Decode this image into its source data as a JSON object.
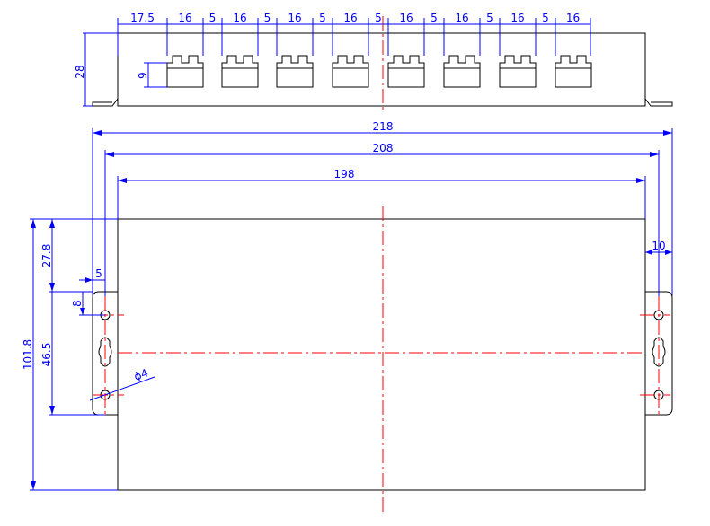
{
  "colors": {
    "outline": "#000000",
    "dimension": "#0000ff",
    "centerline": "#ff0000",
    "background": "#ffffff"
  },
  "top_view": {
    "port_dims": [
      "17.5",
      "16",
      "5",
      "16",
      "5",
      "16",
      "5",
      "16",
      "5",
      "16",
      "5",
      "16",
      "5",
      "16",
      "5",
      "16"
    ],
    "height_label": "28",
    "port_height_label": "9"
  },
  "plan_view": {
    "overall_width": "218",
    "hole_spacing": "208",
    "body_width": "198",
    "ear_width": "10",
    "left_offset": "5",
    "top_offset": "27.8",
    "slot_offset": "8",
    "hole_spacing_vertical": "46.5",
    "overall_height": "101.8",
    "hole_dia": "ϕ4"
  }
}
